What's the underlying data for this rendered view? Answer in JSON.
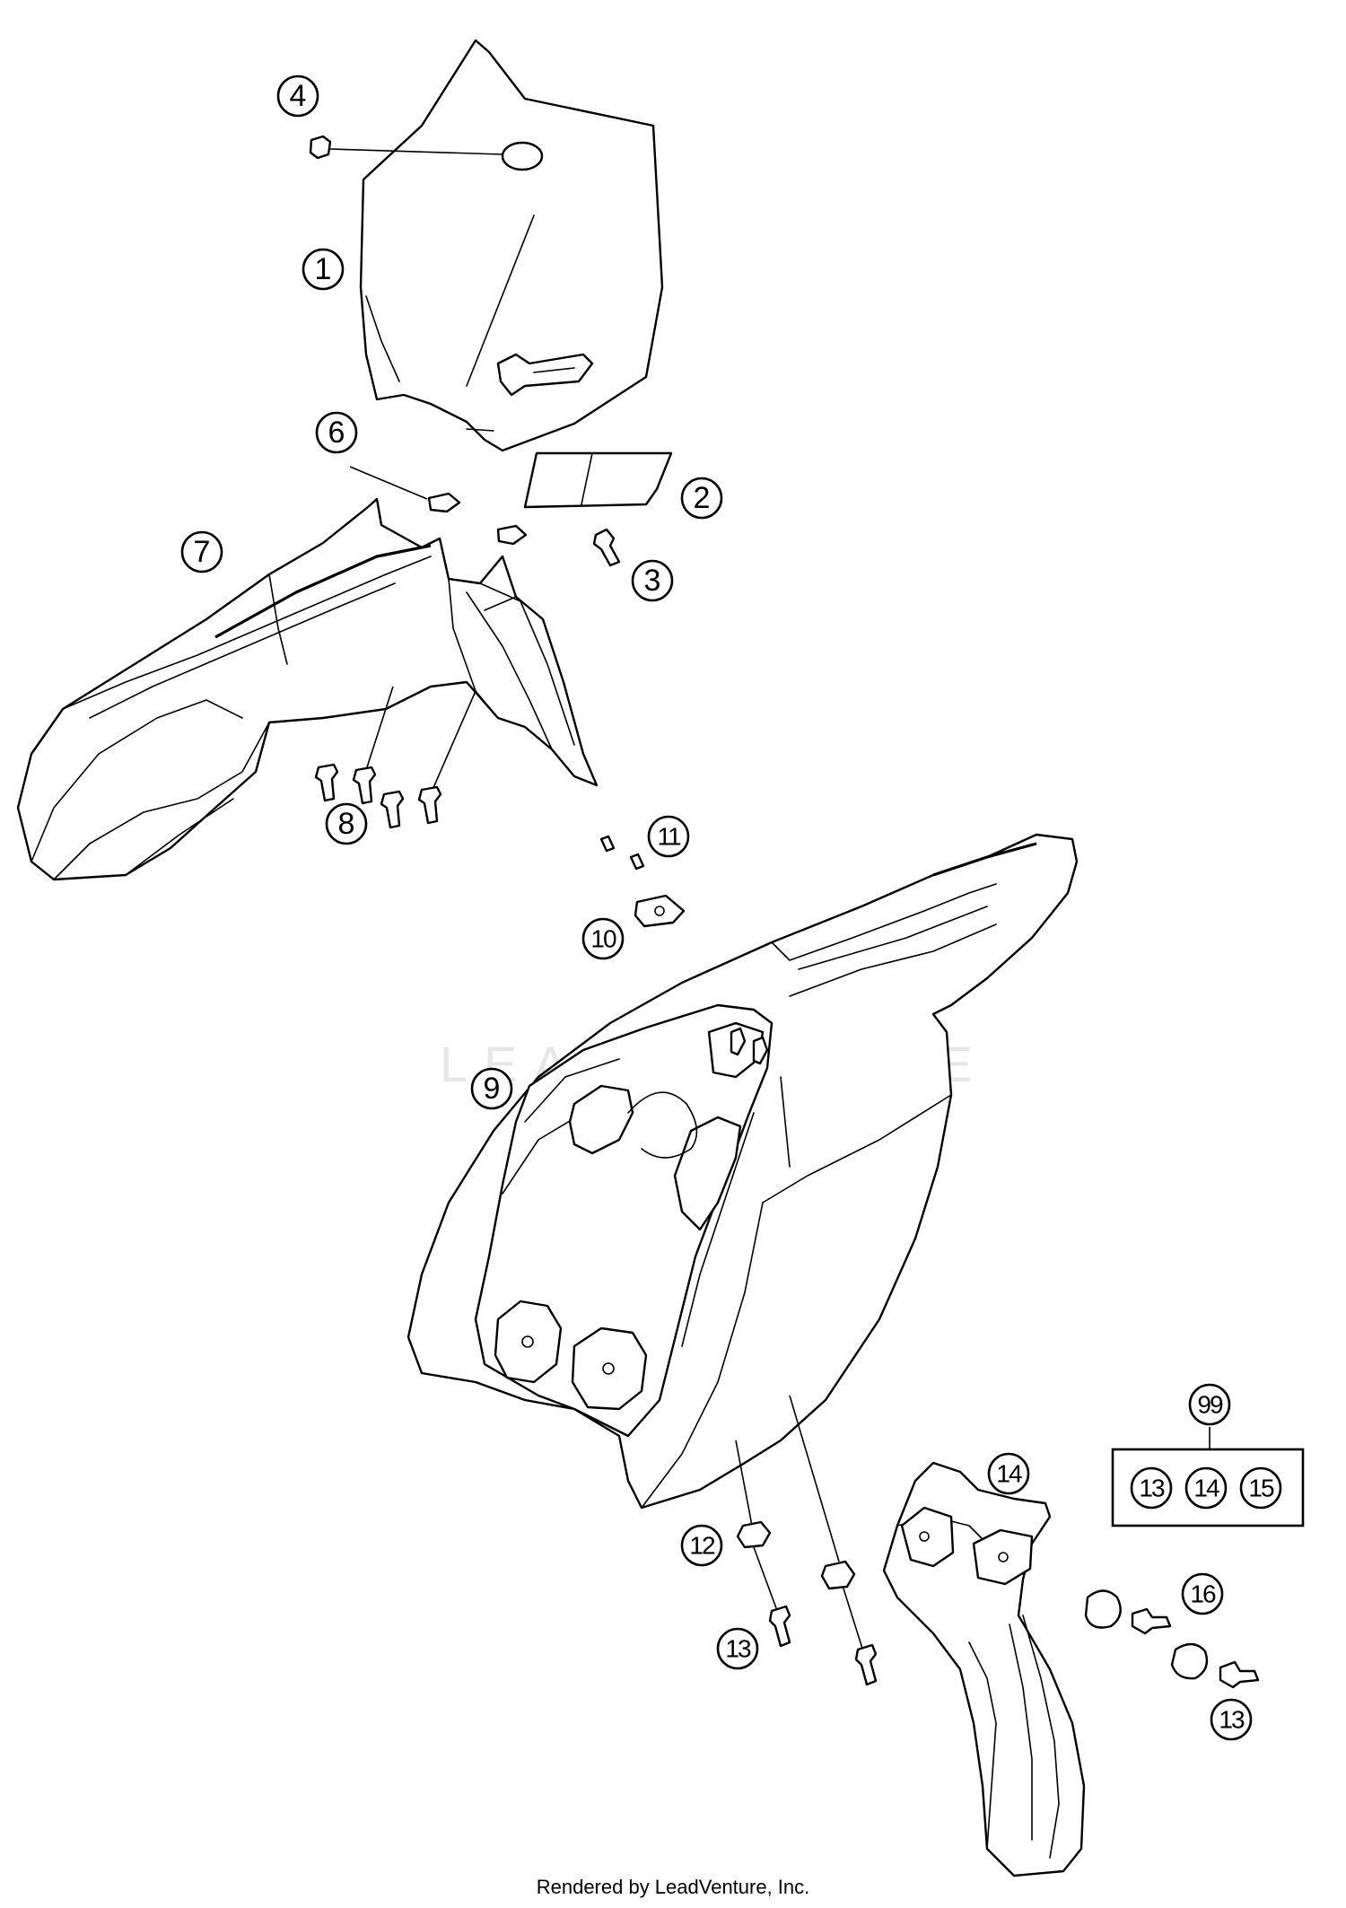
{
  "watermark": "LEADVENTURE",
  "footer": "Rendered by LeadVenture, Inc.",
  "callouts": {
    "c1": "1",
    "c2": "2",
    "c3": "3",
    "c4": "4",
    "c6": "6",
    "c7": "7",
    "c8": "8",
    "c9": "9",
    "c10": "10",
    "c11": "11",
    "c12": "12",
    "c13a": "13",
    "c13b": "13",
    "c14": "14",
    "c16": "16"
  },
  "kit": {
    "label": "99",
    "contents": [
      "13",
      "14",
      "15"
    ]
  }
}
